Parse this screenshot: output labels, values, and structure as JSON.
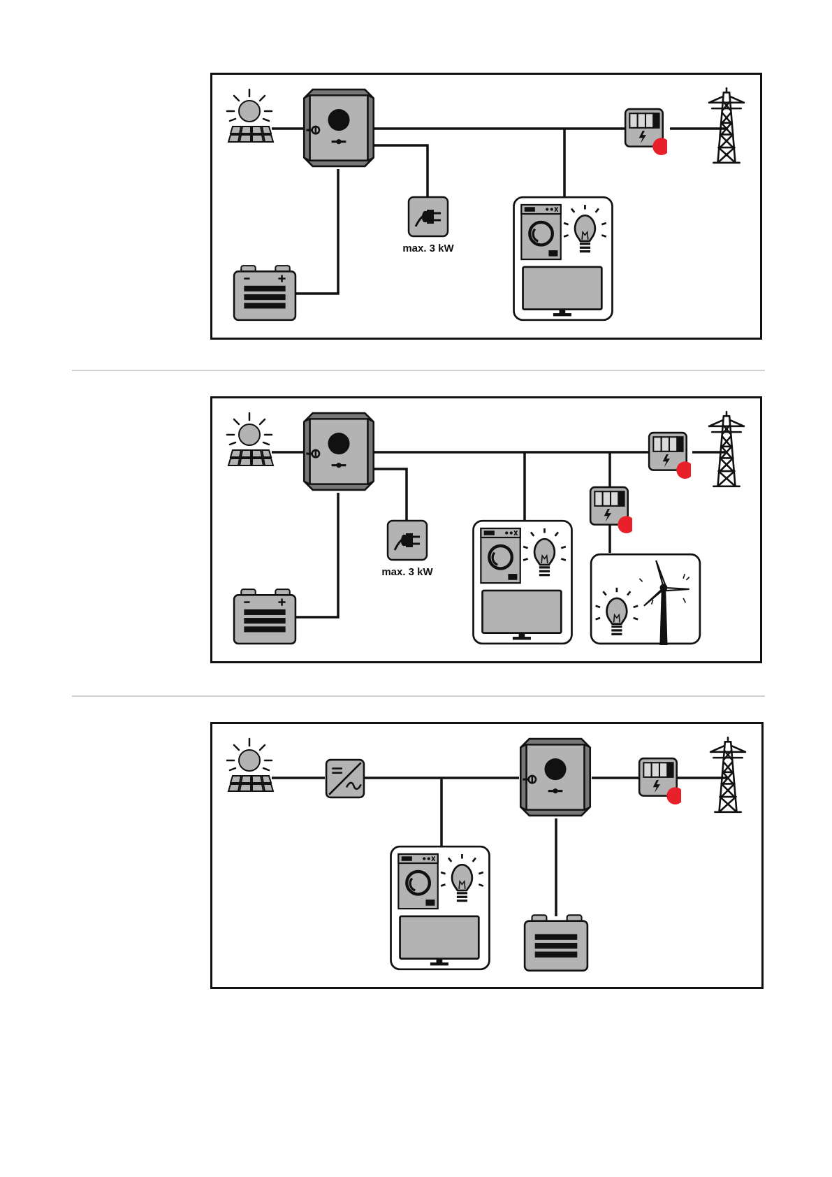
{
  "diagrams": [
    {
      "id": "diagram-1",
      "outlet_label": "max. 3 kW"
    },
    {
      "id": "diagram-2",
      "outlet_label": "max. 3 kW"
    },
    {
      "id": "diagram-3"
    }
  ],
  "colors": {
    "line": "#111111",
    "device_fill": "#b3b3b3",
    "device_dark": "#777777",
    "meter_dot": "#e8202a",
    "frame": "#111111",
    "separator": "#cfcfcf"
  }
}
